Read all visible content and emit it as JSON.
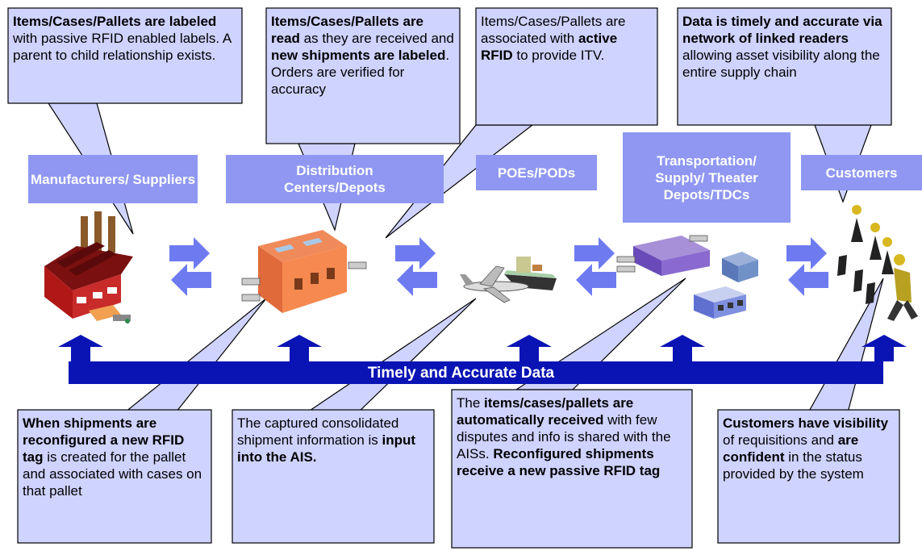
{
  "colors": {
    "callout_fill": "#cfd3ff",
    "label_fill": "#8f97f2",
    "bar": "#0a14b4",
    "arrow": "#6e7bf0"
  },
  "callouts": {
    "c1": [
      {
        "t": "Items/Cases/Pallets are labeled",
        "b": true
      },
      {
        "t": " with passive RFID enabled labels.  A parent to child relationship exists.",
        "b": false
      }
    ],
    "c2": [
      {
        "t": "Items/Cases/Pallets are read",
        "b": true
      },
      {
        "t": " as they are received and ",
        "b": false
      },
      {
        "t": "new shipments are labeled",
        "b": true
      },
      {
        "t": ". Orders are verified for accuracy",
        "b": false
      }
    ],
    "c3": [
      {
        "t": "Items/Cases/Pallets are associated with ",
        "b": false
      },
      {
        "t": "active RFID",
        "b": true
      },
      {
        "t": " to provide ITV.",
        "b": false
      }
    ],
    "c4": [
      {
        "t": "Data is timely and accurate via network of linked readers",
        "b": true
      },
      {
        "t": " allowing asset visibility along the entire supply chain",
        "b": false
      }
    ],
    "c5": [
      {
        "t": "When shipments are reconfigured a new RFID tag",
        "b": true
      },
      {
        "t": " is created for the pallet and associated with cases on that pallet",
        "b": false
      }
    ],
    "c6": [
      {
        "t": "The captured consolidated shipment information is ",
        "b": false
      },
      {
        "t": "input into the AIS.",
        "b": true
      }
    ],
    "c7": [
      {
        "t": "The ",
        "b": false
      },
      {
        "t": "items/cases/pallets are automatically received",
        "b": true
      },
      {
        "t": " with few disputes and info is shared with the AISs. ",
        "b": false
      },
      {
        "t": "Reconfigured shipments receive a new passive RFID tag",
        "b": true
      }
    ],
    "c8": [
      {
        "t": "Customers have visibility",
        "b": true
      },
      {
        "t": " of requisitions and ",
        "b": false
      },
      {
        "t": "are confident",
        "b": true
      },
      {
        "t": " in the status provided by the system",
        "b": false
      }
    ]
  },
  "labels": {
    "manufacturers": "Manufacturers/ Suppliers",
    "distribution": "Distribution Centers/Depots",
    "poes": "POEs/PODs",
    "transportation": "Transportation/ Supply/ Theater Depots/TDCs",
    "customers": "Customers"
  },
  "bar_label": "Timely and Accurate Data",
  "icons": [
    "factory-icon",
    "depot-building-icon",
    "cargo-ship-icon",
    "airplane-icon",
    "transport-depot-icon",
    "customers-walking-icon"
  ]
}
